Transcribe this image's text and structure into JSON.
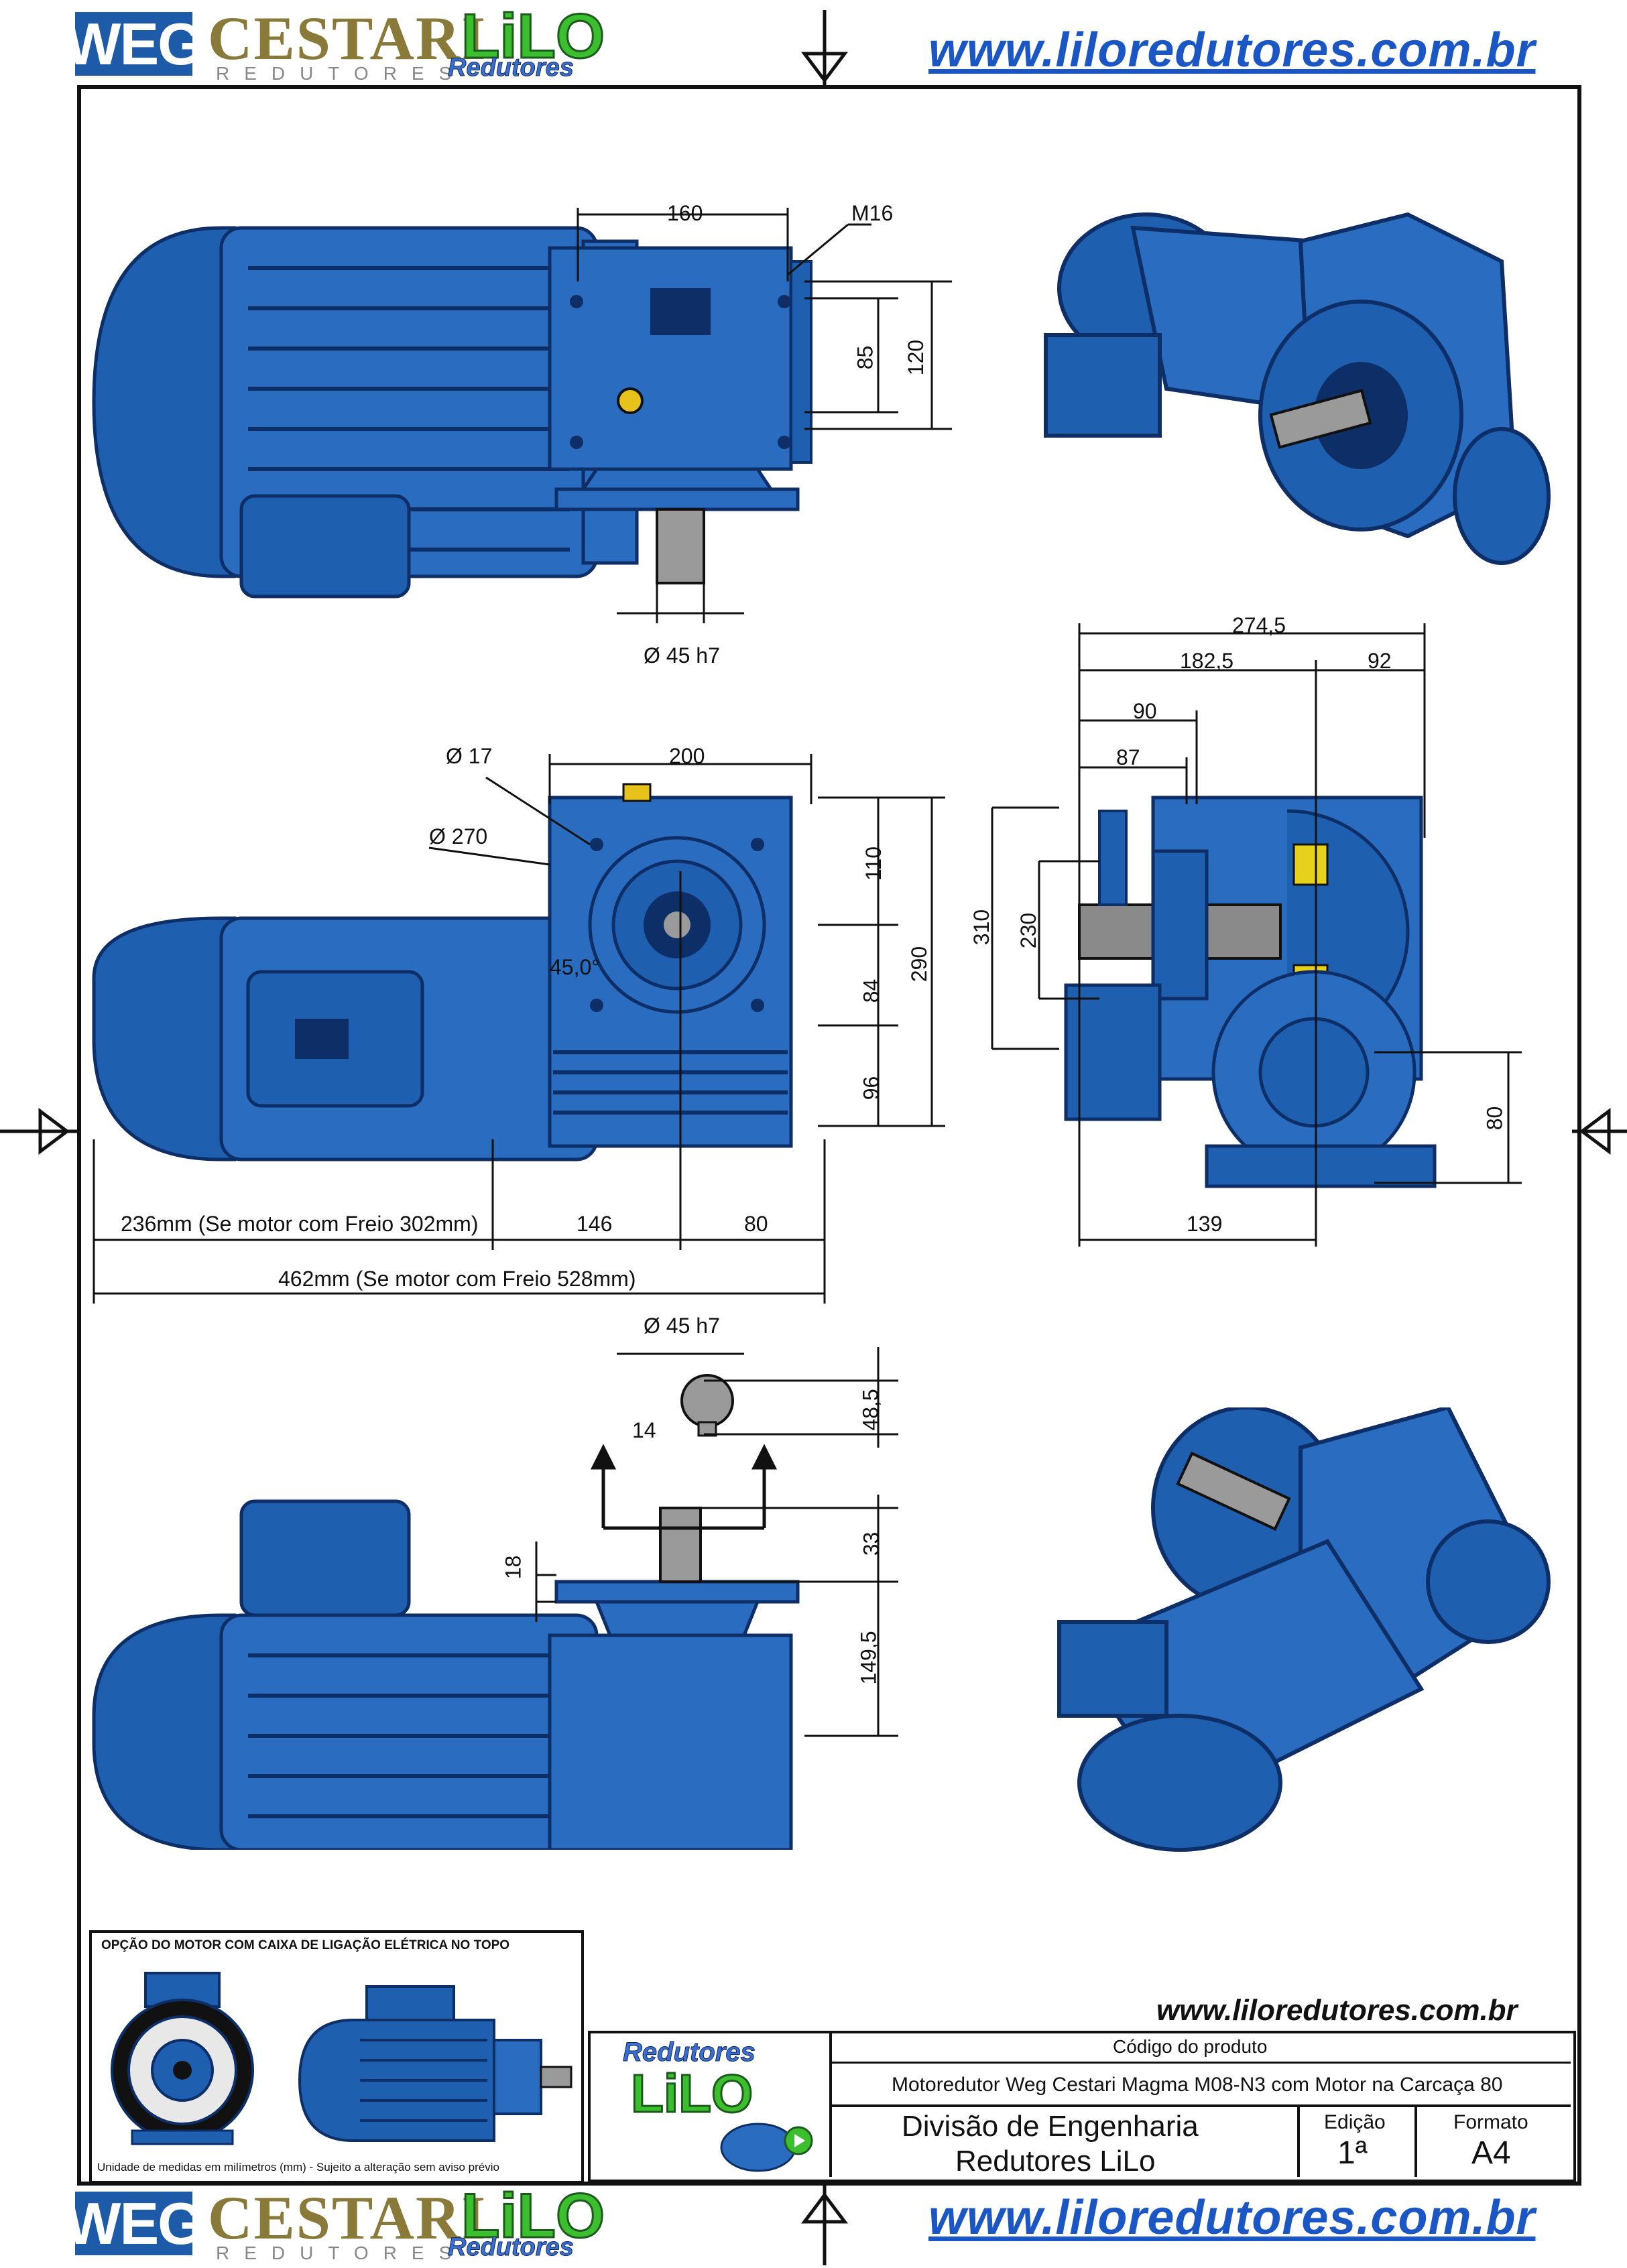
{
  "header": {
    "brand_weg": "WEG",
    "brand_cestari": "CESTARI",
    "brand_cestari_sub": "REDUTORES",
    "brand_lilo": "LiLO",
    "brand_lilo_sub": "Redutores",
    "url": "www.liloredutores.com.br"
  },
  "footer": {
    "brand_weg": "WEG",
    "brand_cestari": "CESTARI",
    "brand_cestari_sub": "REDUTORES",
    "brand_lilo": "LiLO",
    "brand_lilo_sub": "Redutores",
    "url": "www.liloredutores.com.br"
  },
  "dimensions": {
    "top_width": "160",
    "thread": "M16",
    "h85": "85",
    "h120": "120",
    "shaft_top": "Ø 45 h7",
    "total_274": "274,5",
    "d182": "182,5",
    "d92": "92",
    "d90": "90",
    "d87": "87",
    "hole_17": "Ø 17",
    "pcd_270": "Ø 270",
    "front_200": "200",
    "angle": "45,0°",
    "v110": "110",
    "v84": "84",
    "v96": "96",
    "v290": "290",
    "v310": "310",
    "v230": "230",
    "v80": "80",
    "motor_len": "236mm (Se motor com Freio 302mm)",
    "h146": "146",
    "h80": "80",
    "h139": "139",
    "total_len": "462mm   (Se motor com Freio 528mm)",
    "shaft_bottom": "Ø 45 h7",
    "key14": "14",
    "v48": "48,5",
    "v18": "18",
    "v33": "33",
    "v149": "149,5"
  },
  "option_box": {
    "title": "OPÇÃO DO MOTOR COM CAIXA DE LIGAÇÃO ELÉTRICA NO TOPO",
    "note": "Unidade de medidas em milímetros (mm) - Sujeito a alteração sem aviso prévio"
  },
  "title_block": {
    "url": "www.liloredutores.com.br",
    "logo_top": "Redutores",
    "logo_main": "LiLO",
    "code_label": "Código do produto",
    "product": "Motoredutor Weg Cestari Magma M08-N3 com Motor na Carcaça 80",
    "division_line1": "Divisão de Engenharia",
    "division_line2": "Redutores LiLo",
    "edition_label": "Edição",
    "edition_value": "1ª",
    "format_label": "Formato",
    "format_value": "A4"
  },
  "colors": {
    "motor_blue": "#1f5fb0",
    "dark_blue": "#0d2e66",
    "url_blue": "#1a56c4",
    "lilo_green": "#3cbf2e",
    "cestari_gold": "#8a7a3a"
  }
}
